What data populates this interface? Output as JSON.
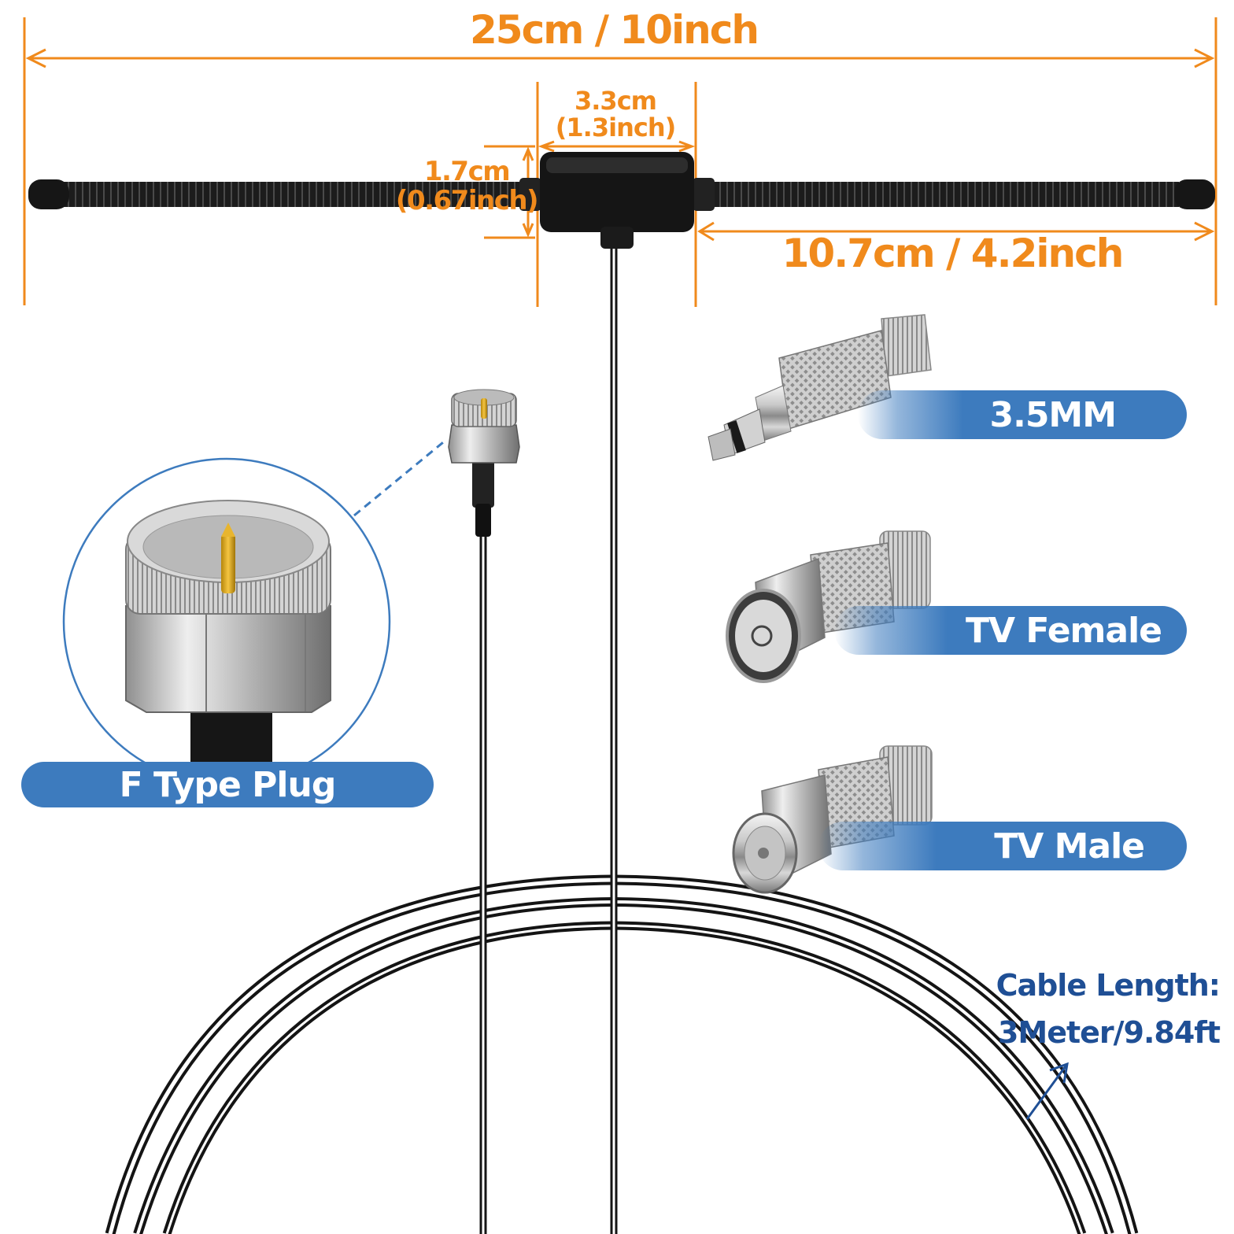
{
  "dimensions": {
    "total_length": "25cm / 10inch",
    "box_width_cm": "3.3cm",
    "box_width_inch": "(1.3inch)",
    "box_height_cm": "1.7cm",
    "box_height_inch": "(0.67inch)",
    "arm_length": "10.7cm / 4.2inch"
  },
  "connectors": {
    "f_type_plug": "F Type Plug",
    "adapter_35mm": "3.5MM",
    "tv_female": "TV Female",
    "tv_male": "TV Male"
  },
  "cable": {
    "length_label": "Cable Length:",
    "length_value": "3Meter/9.84ft"
  },
  "colors": {
    "dimension_orange": "#f08a1c",
    "label_blue": "#3d7bbe",
    "cable_text_blue": "#1f4f95",
    "antenna_black": "#1a1a1a"
  }
}
